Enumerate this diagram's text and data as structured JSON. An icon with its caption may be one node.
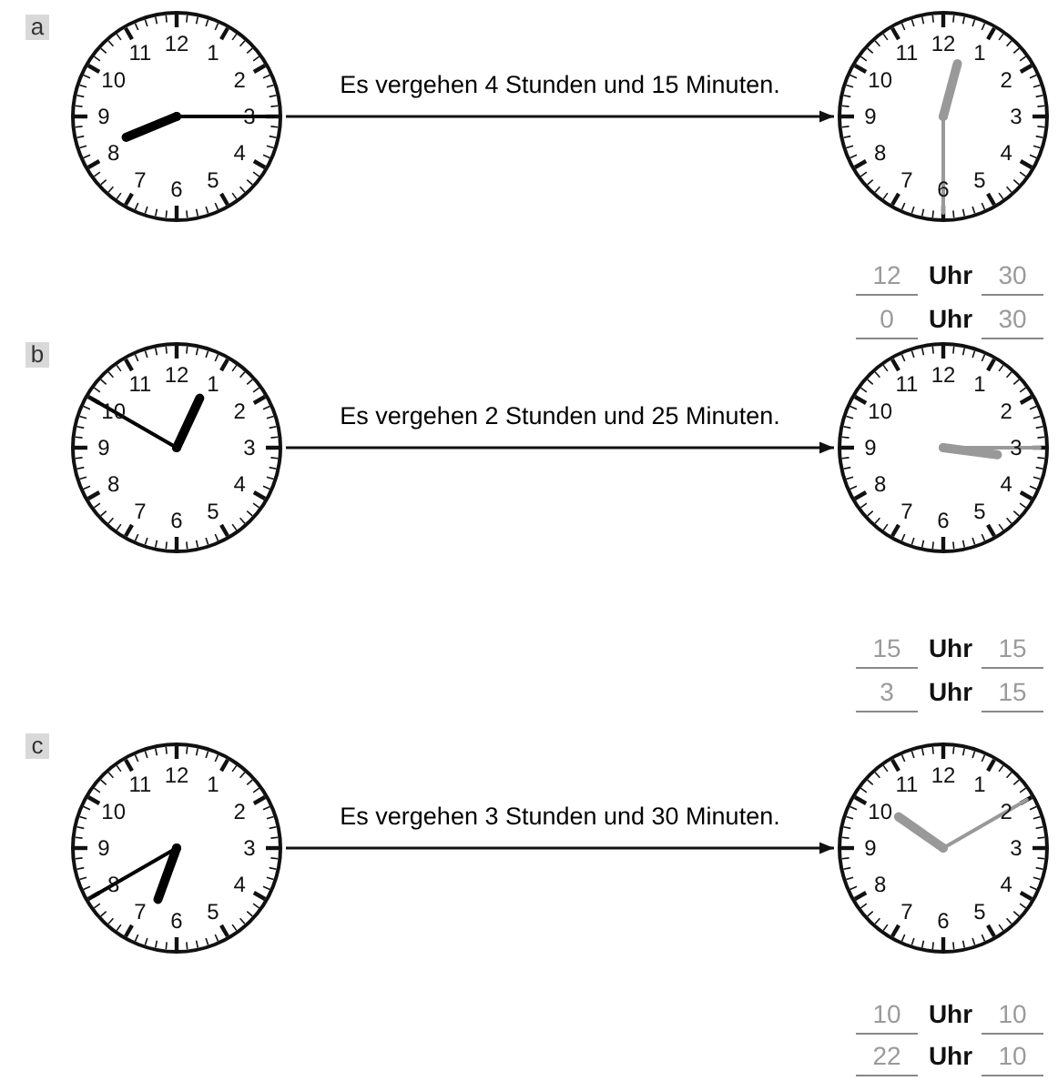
{
  "diagram": {
    "nodes": [
      {
        "text": [
          "1",
          "2",
          "3",
          "4",
          "5",
          "6",
          "7",
          "8",
          "9",
          "10",
          "11",
          "12"
        ]
      },
      {
        "text": [
          "1",
          "2",
          "3",
          "4",
          "5",
          "6",
          "7",
          "8",
          "9",
          "10",
          "11",
          "12"
        ]
      },
      {
        "text": [
          "1",
          "2",
          "3",
          "4",
          "5",
          "6",
          "7",
          "8",
          "9",
          "10",
          "11",
          "12"
        ]
      },
      {
        "text": [
          "1",
          "2",
          "3",
          "4",
          "5",
          "6",
          "7",
          "8",
          "9",
          "10",
          "11",
          "12"
        ]
      },
      {
        "text": [
          "1",
          "2",
          "3",
          "4",
          "5",
          "6",
          "7",
          "8",
          "9",
          "10",
          "11",
          "12"
        ]
      },
      {
        "text": [
          "1",
          "2",
          "3",
          "4",
          "5",
          "6",
          "7",
          "8",
          "9",
          "10",
          "11",
          "12"
        ]
      }
    ],
    "edges": [
      {
        "from": 0,
        "to": 1,
        "arrow": "to",
        "label": "Es vergehen 4 Stunden und 15 Minuten."
      },
      {
        "from": 2,
        "to": 3,
        "arrow": "to",
        "label": "Es vergehen 2 Stunden und 25 Minuten."
      },
      {
        "from": 4,
        "to": 5,
        "arrow": "to",
        "label": "Es vergehen 3 Stunden und 30 Minuten."
      }
    ],
    "labels": [
      "a",
      "12",
      "Uhr",
      "30",
      "0",
      "Uhr",
      "30",
      "b",
      "15",
      "Uhr",
      "15",
      "3",
      "Uhr",
      "15",
      "c",
      "10",
      "Uhr",
      "10",
      "22",
      "Uhr",
      "10"
    ]
  }
}
